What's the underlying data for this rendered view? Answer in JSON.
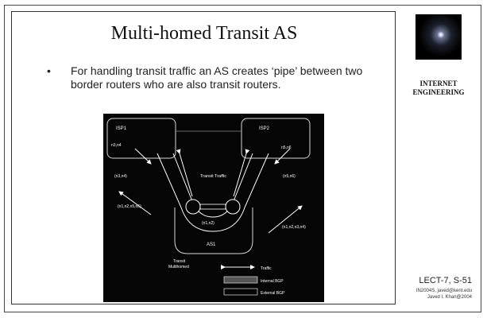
{
  "slide": {
    "title": "Multi-homed Transit AS",
    "bullet_marker": "•",
    "bullet_text": "For handling transit traffic an AS creates ‘pipe’ between two border routers who are also transit routers."
  },
  "diagram": {
    "isp1_label": "ISP1",
    "isp2_label": "ISP2",
    "isp1_nets": "n3,n4",
    "isp2_nets": "n5,n6",
    "left_prefix_label": "(n3,n4)",
    "right_prefix_label": "(n5,n6)",
    "transit_label": "Transit Traffic",
    "left_adv_label": "(n1,n2,n5,n6)",
    "right_adv_label": "(n1,n2,n3,n4)",
    "pipe_label": "(n1,n2)",
    "as_label": "AS1",
    "caption_line1": "Transit",
    "caption_line2": "Multihomed",
    "legend": {
      "traffic": "Traffic",
      "ibgp": "Internal BGP",
      "ebgp": "External BGP"
    }
  },
  "sidebar": {
    "title_line1": "INTERNET",
    "title_line2": "ENGINEERING",
    "lecture": "LECT-7, S-51",
    "course_line": "IN2004S, javed@kent.edu",
    "author_line": "Javed I. Khan@2004"
  }
}
